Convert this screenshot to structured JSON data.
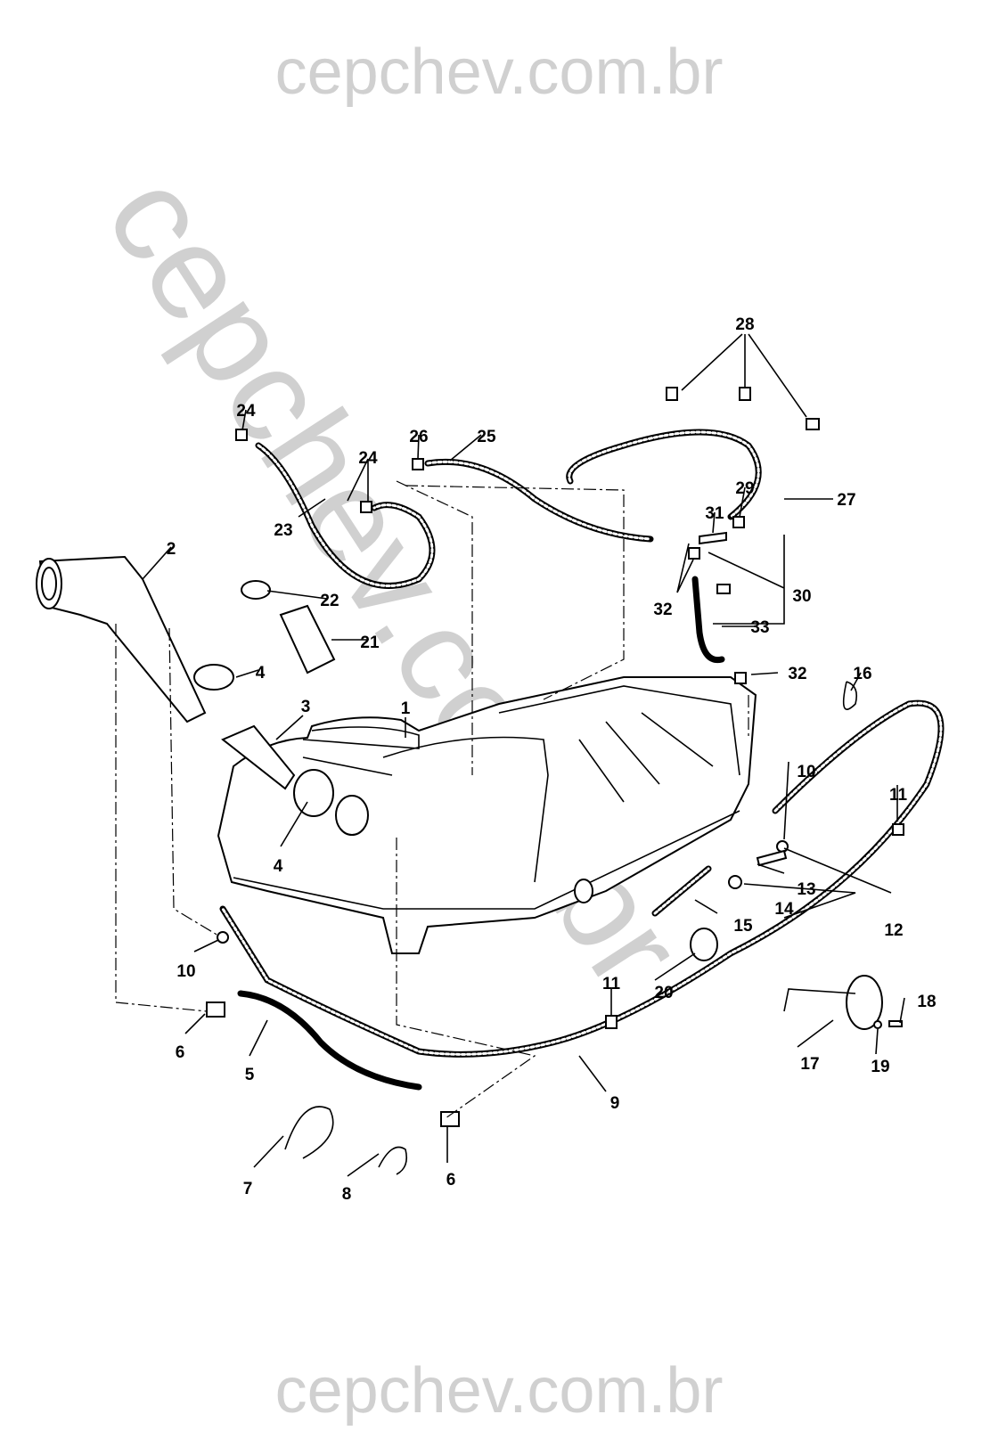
{
  "watermark": {
    "text": "cepchev.com.br"
  },
  "callouts": [
    "28",
    "24",
    "26",
    "25",
    "24",
    "29",
    "27",
    "31",
    "23",
    "2",
    "30",
    "22",
    "32",
    "21",
    "33",
    "32",
    "16",
    "4",
    "1",
    "3",
    "10",
    "11",
    "4",
    "13",
    "14",
    "15",
    "12",
    "10",
    "20",
    "11",
    "18",
    "6",
    "5",
    "17",
    "19",
    "9",
    "7",
    "8",
    "6"
  ]
}
